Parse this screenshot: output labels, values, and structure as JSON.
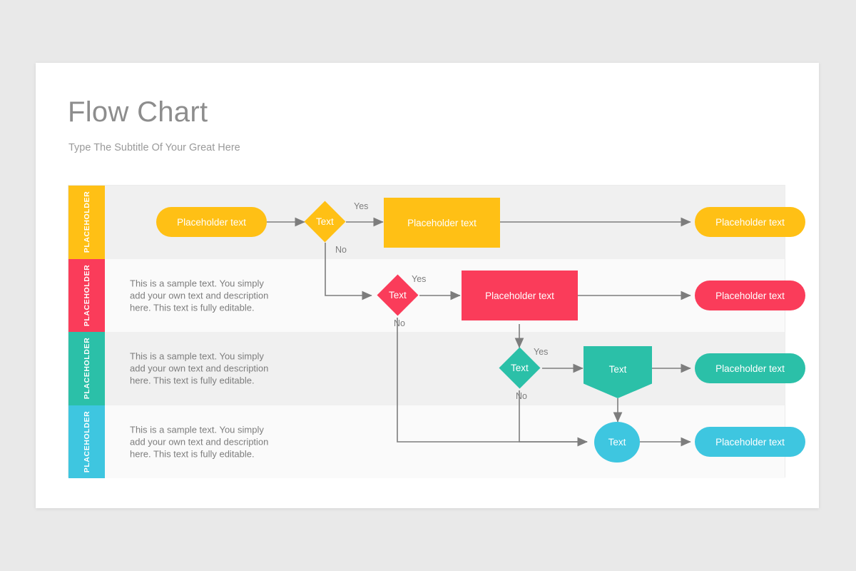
{
  "slide": {
    "title": "Flow Chart",
    "subtitle": "Type The Subtitle Of Your Great Here",
    "background_color": "#e9e9e9",
    "card_color": "#ffffff"
  },
  "colors": {
    "yellow": "#FFC015",
    "red": "#FA3C5A",
    "teal": "#2BC0A8",
    "blue": "#3EC6E0",
    "connector": "#7d7d7d",
    "row_dark": "#f0f0f0",
    "row_light": "#fafafa",
    "title_text": "#8d8d8d",
    "body_text": "#7d7d7d"
  },
  "chart_data": {
    "type": "diagram",
    "title": "Flow Chart",
    "rows": [
      {
        "tab_label": "PLACEHOLDER",
        "color": "#FFC015",
        "description": "",
        "nodes": [
          {
            "shape": "pill",
            "label": "Placeholder text"
          },
          {
            "shape": "diamond",
            "label": "Text"
          },
          {
            "shape": "rect",
            "label": "Placeholder text"
          },
          {
            "shape": "pill",
            "label": "Placeholder text"
          }
        ],
        "edge_labels": [
          "Yes",
          "No"
        ]
      },
      {
        "tab_label": "PLACEHOLDER",
        "color": "#FA3C5A",
        "description": "This is a sample text. You simply add your own text and description here. This text is fully editable.",
        "nodes": [
          {
            "shape": "diamond",
            "label": "Text"
          },
          {
            "shape": "rect",
            "label": "Placeholder text"
          },
          {
            "shape": "pill",
            "label": "Placeholder text"
          }
        ],
        "edge_labels": [
          "Yes",
          "No"
        ]
      },
      {
        "tab_label": "PLACEHOLDER",
        "color": "#2BC0A8",
        "description": "This is a sample text. You simply add your own text and description here. This text is fully editable.",
        "nodes": [
          {
            "shape": "diamond",
            "label": "Text"
          },
          {
            "shape": "pentagon",
            "label": "Text"
          },
          {
            "shape": "pill",
            "label": "Placeholder text"
          }
        ],
        "edge_labels": [
          "Yes",
          "No"
        ]
      },
      {
        "tab_label": "PLACEHOLDER",
        "color": "#3EC6E0",
        "description": "This is a sample text. You simply add your own text and description here. This text is fully editable.",
        "nodes": [
          {
            "shape": "circle",
            "label": "Text"
          },
          {
            "shape": "pill",
            "label": "Placeholder text"
          }
        ],
        "edge_labels": []
      }
    ],
    "connections": [
      {
        "from": "r1-pill",
        "to": "r1-diamond",
        "label": ""
      },
      {
        "from": "r1-diamond",
        "to": "r1-rect",
        "label": "Yes"
      },
      {
        "from": "r1-diamond",
        "to": "r2-diamond",
        "label": "No"
      },
      {
        "from": "r1-rect",
        "to": "r1-endpill",
        "label": ""
      },
      {
        "from": "r2-diamond",
        "to": "r2-rect",
        "label": "Yes"
      },
      {
        "from": "r2-diamond",
        "to": "r4-circle",
        "label": "No"
      },
      {
        "from": "r2-rect",
        "to": "r2-endpill",
        "label": ""
      },
      {
        "from": "r2-rect",
        "to": "r3-diamond",
        "label": ""
      },
      {
        "from": "r3-diamond",
        "to": "r3-pentagon",
        "label": "Yes"
      },
      {
        "from": "r3-diamond",
        "to": "r4-circle",
        "label": "No"
      },
      {
        "from": "r3-pentagon",
        "to": "r3-endpill",
        "label": ""
      },
      {
        "from": "r3-pentagon",
        "to": "r4-circle",
        "label": ""
      },
      {
        "from": "r4-circle",
        "to": "r4-endpill",
        "label": ""
      }
    ]
  }
}
